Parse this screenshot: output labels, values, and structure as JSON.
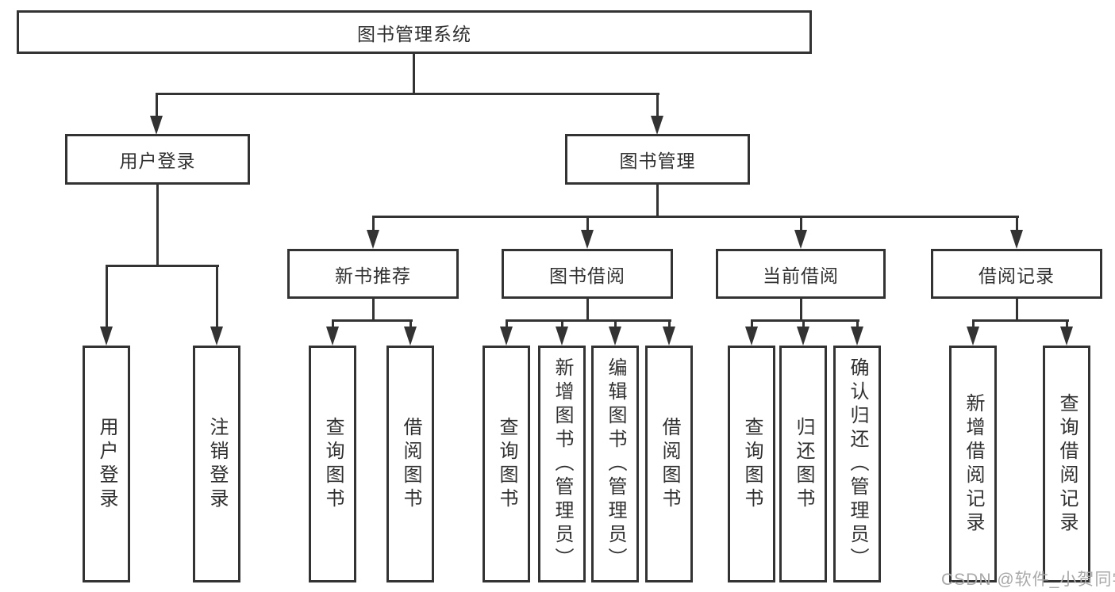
{
  "tree": {
    "root": {
      "label": "图书管理系统"
    },
    "branches": [
      {
        "label": "用户登录",
        "children": [
          {
            "label": "用户登录"
          },
          {
            "label": "注销登录"
          }
        ]
      },
      {
        "label": "图书管理",
        "children": [
          {
            "label": "新书推荐",
            "children": [
              {
                "label": "查询图书"
              },
              {
                "label": "借阅图书"
              }
            ]
          },
          {
            "label": "图书借阅",
            "children": [
              {
                "label": "查询图书"
              },
              {
                "label": "新增图书（管理员）"
              },
              {
                "label": "编辑图书（管理员）"
              },
              {
                "label": "借阅图书"
              }
            ]
          },
          {
            "label": "当前借阅",
            "children": [
              {
                "label": "查询图书"
              },
              {
                "label": "归还图书"
              },
              {
                "label": "确认归还（管理员）"
              }
            ]
          },
          {
            "label": "借阅记录",
            "children": [
              {
                "label": "新增借阅记录"
              },
              {
                "label": "查询借阅记录"
              }
            ]
          }
        ]
      }
    ]
  },
  "watermark": {
    "text": "CSDN @软件_小贺同学"
  },
  "colors": {
    "line": "#333333",
    "text": "#303030",
    "watermark": "#a8a8a8",
    "background": "#ffffff"
  }
}
